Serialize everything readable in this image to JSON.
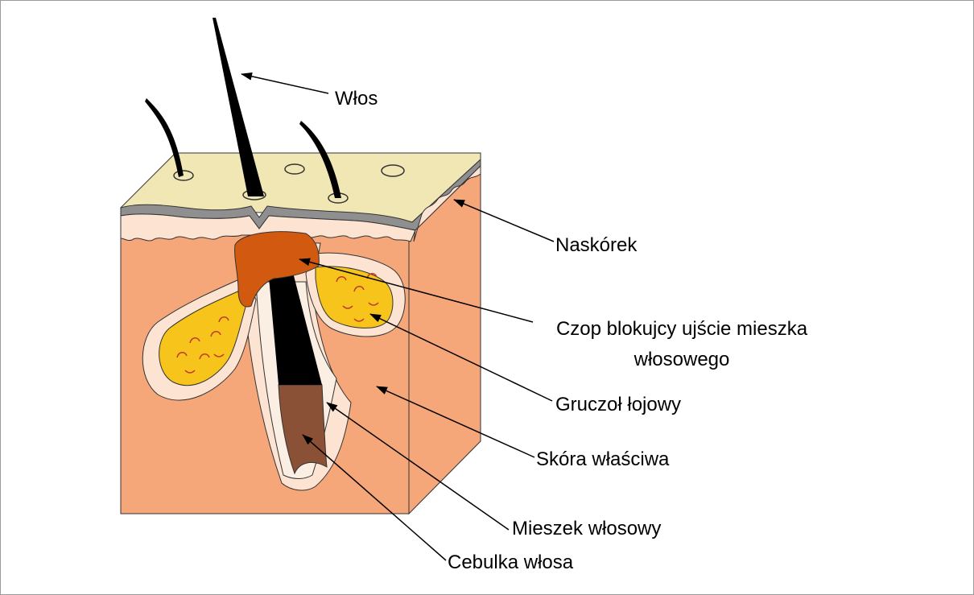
{
  "labels": {
    "hair": "Włos",
    "epidermis": "Naskórek",
    "plug_line1": "Czop blokujcy ujście mieszka",
    "plug_line2": "włosowego",
    "sebaceous_gland": "Gruczoł łojowy",
    "dermis": "Skóra właściwa",
    "hair_follicle": "Mieszek włosowy",
    "hair_bulb": "Cebulka włosa"
  },
  "colors": {
    "dermis": "#f5a77a",
    "epidermis_top": "#f1e7b4",
    "epidermis_layer": "#fde3d2",
    "stratum_gray": "#8f8f8f",
    "plug": "#d25a10",
    "gland": "#f6c41a",
    "bulb": "#8a5136",
    "hair": "#000000"
  }
}
